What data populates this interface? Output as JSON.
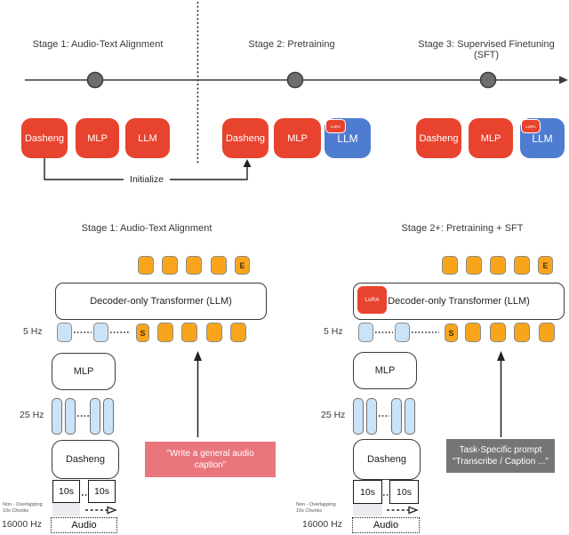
{
  "colors": {
    "red": "#e8432e",
    "blue": "#4e7cd0",
    "orange_token": "#f9a51b",
    "light_blue_token": "#cbe3f7",
    "pink_prompt": "#e8767c",
    "gray_prompt": "#757575",
    "timeline_dot": "#6e6e6e"
  },
  "timeline": {
    "stage_labels": [
      "Stage 1: Audio-Text Alignment",
      "Stage 2: Pretraining",
      "Stage 3: Supervised Finetuning (SFT)"
    ],
    "initialize_label": "Initialize",
    "dasheng": "Dasheng",
    "mlp": "MLP",
    "llm": "LLM",
    "lora": "LoRA"
  },
  "pipeline": {
    "left_title": "Stage 1: Audio-Text Alignment",
    "right_title": "Stage 2+: Pretraining + SFT",
    "transformer": "Decoder-only Transformer (LLM)",
    "mlp": "MLP",
    "dasheng": "Dasheng",
    "lora": "LoRA",
    "rate_5hz": "5 Hz",
    "rate_25hz": "25 Hz",
    "chunk_label": "10s",
    "audio_label": "Audio",
    "sample_rate": "16000 Hz",
    "chunk_note_line1": "Non - Overlapping",
    "chunk_note_line2": "10s Chunks",
    "start_token": "S",
    "end_token": "E",
    "left_prompt_line1": "\"Write a general audio",
    "left_prompt_line2": "caption\"",
    "right_prompt_line1": "Task-Specific prompt",
    "right_prompt_line2": "\"Transcribe / Caption ...\""
  }
}
